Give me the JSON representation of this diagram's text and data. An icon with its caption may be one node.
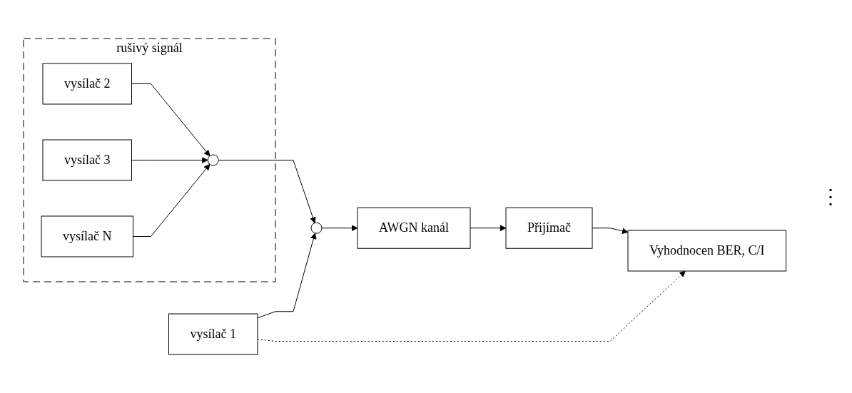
{
  "diagram": {
    "nodes": [
      {
        "text": [
          "rušivý signál"
        ]
      },
      {
        "text": [
          "vysílač 2"
        ],
        "in": 0
      },
      {
        "text": [
          "vysílač 3"
        ],
        "in": 0
      },
      {
        "text": [
          "vysílač N"
        ],
        "in": 0
      },
      {
        "text": [],
        "shape": "circle",
        "in": 0
      },
      {
        "text": [
          "vysílač 1"
        ]
      },
      {
        "text": [],
        "shape": "circle"
      },
      {
        "text": [
          "AWGN kanál"
        ]
      },
      {
        "text": [
          "Přijímač"
        ]
      },
      {
        "text": [
          "Vyhodnocen BER, C/I"
        ]
      }
    ],
    "edges": [
      {
        "from": 1,
        "to": 4,
        "arrow": "to"
      },
      {
        "from": 2,
        "to": 4,
        "arrow": "to"
      },
      {
        "from": 3,
        "to": 4,
        "arrow": "to"
      },
      {
        "from": 4,
        "to": 6,
        "arrow": "to"
      },
      {
        "from": 5,
        "to": 6,
        "arrow": "to"
      },
      {
        "from": 6,
        "to": 7,
        "arrow": "to"
      },
      {
        "from": 7,
        "to": 8,
        "arrow": "to"
      },
      {
        "from": 8,
        "to": 9,
        "arrow": "to"
      },
      {
        "from": 5,
        "to": 9,
        "arrow": "to",
        "style": "dashed"
      }
    ],
    "labels": [
      "⋮"
    ]
  }
}
